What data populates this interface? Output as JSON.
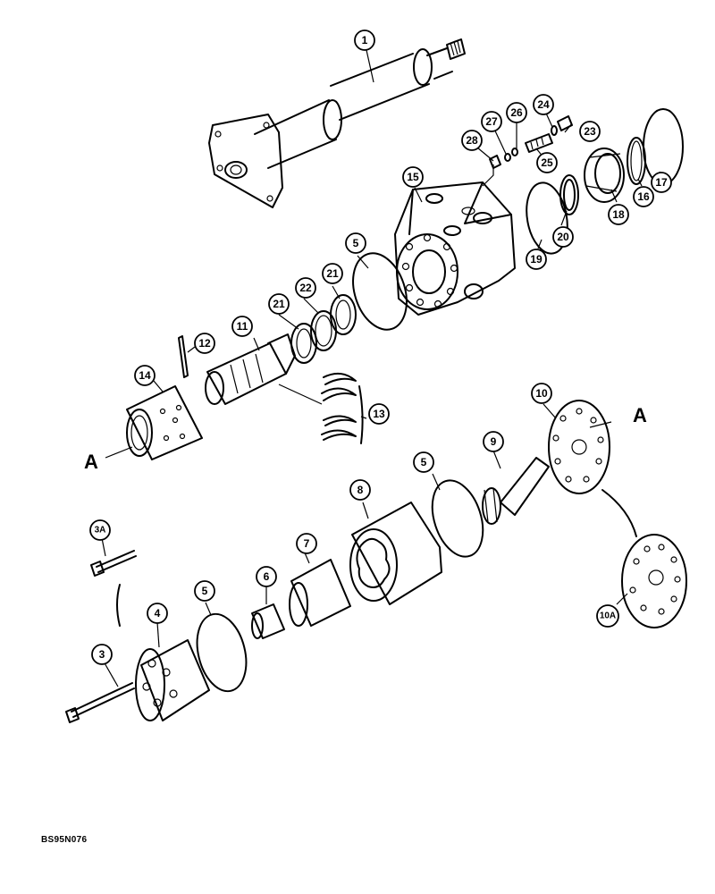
{
  "callouts": {
    "c1": "1",
    "c3": "3",
    "c3a": "3A",
    "c4": "4",
    "c5a": "5",
    "c5b": "5",
    "c5c": "5",
    "c6": "6",
    "c7": "7",
    "c8": "8",
    "c9": "9",
    "c10": "10",
    "c10a": "10A",
    "c11": "11",
    "c12": "12",
    "c13": "13",
    "c14": "14",
    "c15": "15",
    "c16": "16",
    "c17": "17",
    "c18": "18",
    "c19": "19",
    "c20": "20",
    "c21a": "21",
    "c21b": "21",
    "c22": "22",
    "c23": "23",
    "c24": "24",
    "c25": "25",
    "c26": "26",
    "c27": "27",
    "c28": "28"
  },
  "match_marks": {
    "left": "A",
    "right": "A"
  },
  "figure_code": "BS95N076"
}
